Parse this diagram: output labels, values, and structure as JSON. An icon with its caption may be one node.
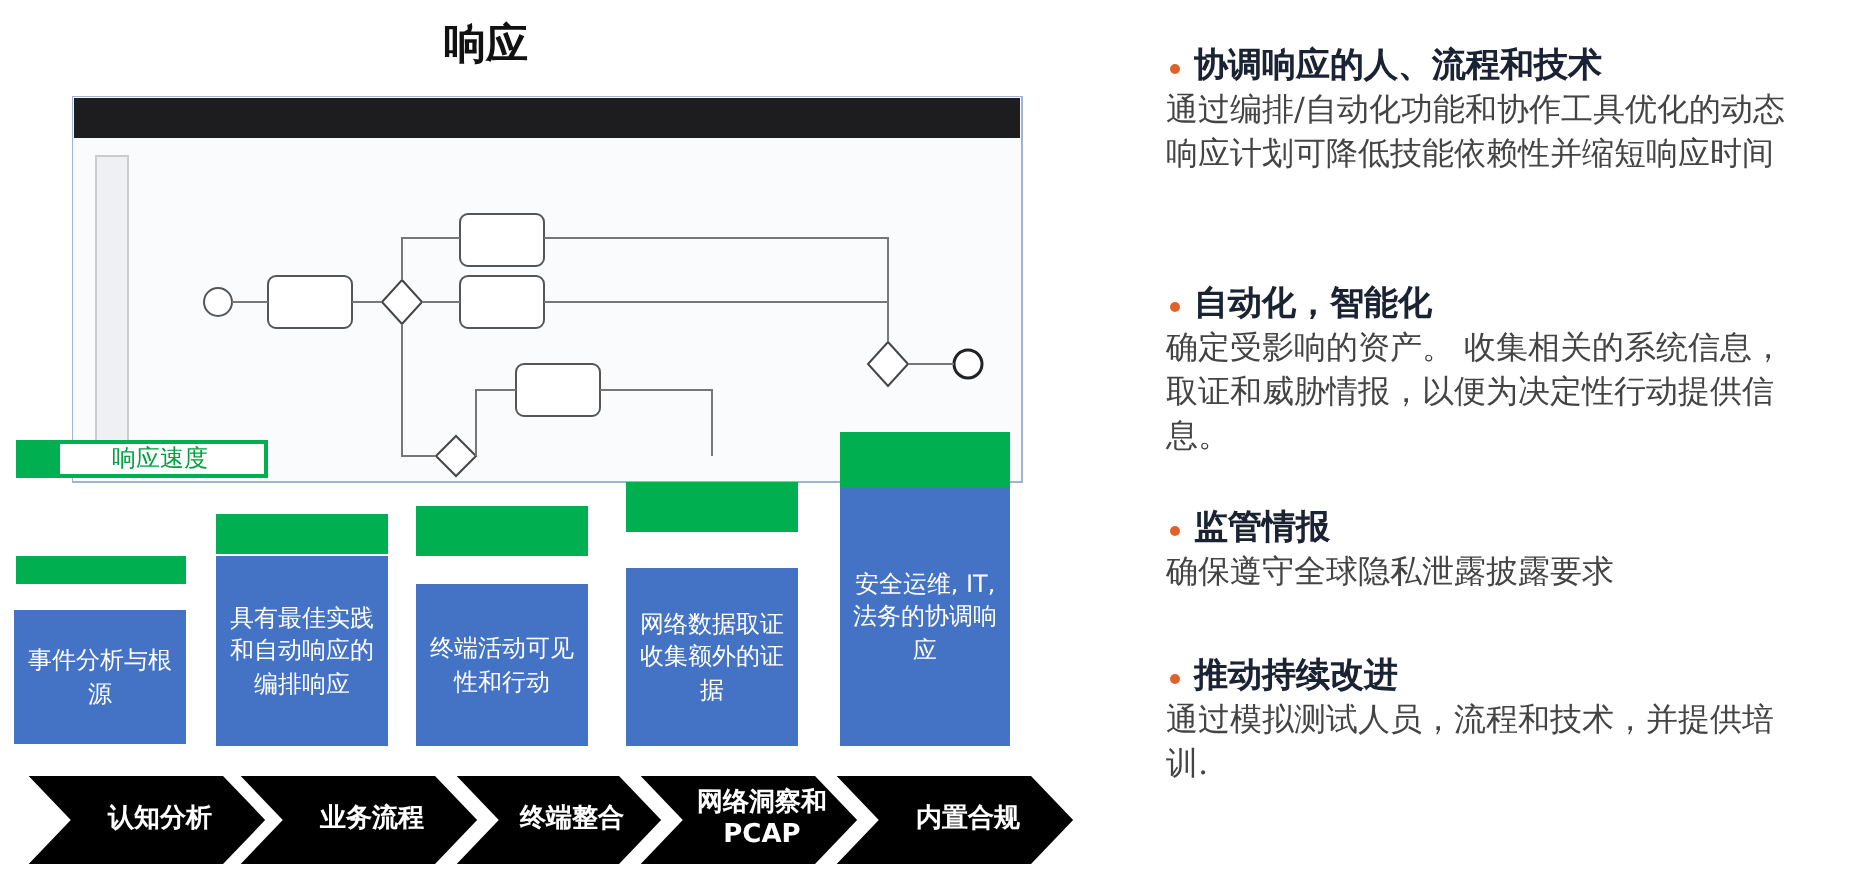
{
  "diagram": {
    "title": "响应",
    "nodes": [
      {
        "text": [
          "响应速度"
        ]
      },
      {
        "text": [
          "事件分析与根源"
        ]
      },
      {
        "text": [
          "具有最佳实践和自动响应的编排响应"
        ]
      },
      {
        "text": [
          "终端活动可见性和行动"
        ]
      },
      {
        "text": [
          "网络数据取证收集额外的证据"
        ]
      },
      {
        "text": [
          "安全运维, IT, 法务的协调响应"
        ]
      },
      {
        "text": [],
        "shape": "bar"
      },
      {
        "text": [],
        "shape": "bar"
      },
      {
        "text": [],
        "shape": "bar"
      },
      {
        "text": [],
        "shape": "bar"
      },
      {
        "text": [],
        "shape": "bar"
      },
      {
        "text": [
          "认知分析"
        ]
      },
      {
        "text": [
          "业务流程"
        ]
      },
      {
        "text": [
          "终端整合"
        ]
      },
      {
        "text": [
          "网络洞察和PCAP"
        ]
      },
      {
        "text": [
          "内置合规"
        ]
      }
    ],
    "edges": [],
    "labels": [
      "协调响应的人、流程和技术",
      "通过编排/自动化功能和协作工具优化的动态响应计划可降低技能依赖性并缩短响应时间",
      "自动化，智能化",
      "确定受影响的资产。 收集相关的系统信息，取证和威胁情报，以便为决定性行动提供信息。",
      "监管情报",
      "确保遵守全球隐私泄露披露要求",
      "推动持续改进",
      "通过模拟测试人员，流程和技术，并提供培训."
    ]
  }
}
